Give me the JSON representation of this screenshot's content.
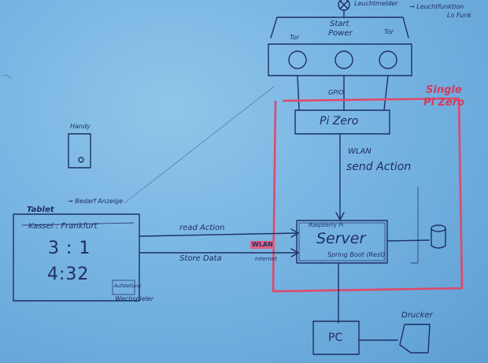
{
  "start_panel": {
    "top_note": "Leuchtmelder",
    "right_note_1": "→ Leuchtfunktion",
    "right_note_2": "Lo Funk",
    "title_line1": "Start",
    "title_line2": "Power",
    "left_label": "Tor",
    "right_label": "Tor"
  },
  "gpio_label": "GPIO",
  "single_pi": {
    "title_line1": "Single",
    "title_line2": "Pi Zero",
    "pi_zero_label": "Pi Zero",
    "wlan_label": "WLAN",
    "send_action_label": "send Action"
  },
  "server": {
    "small_label": "Raspberry Pi",
    "name": "Server",
    "sub_label": "Spring Boot (Rest)"
  },
  "handy": {
    "label": "Handy"
  },
  "tablet": {
    "label": "Tablet",
    "note": "→ Bedarf Anzeige",
    "teams": "Kassel : Frankfurt",
    "score": "3 : 1",
    "time": "4:32",
    "inner_box_label": "Aufstellung",
    "bottom_label": "Wechspieler"
  },
  "links": {
    "read_action": "read Action",
    "store_data": "Store Data",
    "wlan_badge": "WLAN",
    "internet": "Internet"
  },
  "pc_label": "PC",
  "drucker_label": "Drucker"
}
